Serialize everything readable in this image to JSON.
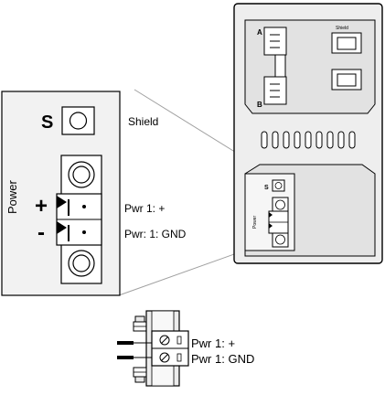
{
  "zoom_panel": {
    "shield_letter": "S",
    "shield_label": "Shield",
    "power_label": "Power",
    "plus_sign": "+",
    "minus_sign": "-",
    "pwr_plus_label": "Pwr 1: +",
    "pwr_gnd_label": "Pwr: 1: GND"
  },
  "device": {
    "top_port_label_a": "A",
    "top_port_label_b": "B",
    "rj45_label": "Shield",
    "small_s": "S",
    "small_power": "Power"
  },
  "terminal_block": {
    "pwr_plus_label": "Pwr 1: +",
    "pwr_gnd_label": "Pwr 1: GND"
  },
  "colors": {
    "panel_fill": "#f0f0f0",
    "device_fill": "#e6e6e6",
    "stroke": "#000000",
    "guide_line": "#9a9a9a"
  }
}
